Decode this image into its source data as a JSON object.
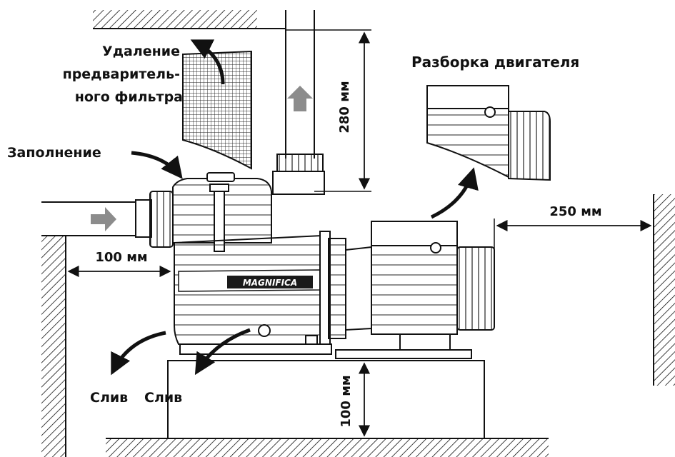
{
  "brand": "MAGNIFICA",
  "labels": {
    "prefilter_line1": "Удаление",
    "prefilter_line2": "предваритель-",
    "prefilter_line3": "ного фильтра",
    "filling": "Заполнение",
    "motor_disassembly": "Разборка двигателя",
    "drain_1": "Слив",
    "drain_2": "Слив"
  },
  "dimensions": {
    "top_clearance": "280 мм",
    "inlet_length": "100 мм",
    "motor_clearance": "250 мм",
    "base_height": "100 мм"
  },
  "colors": {
    "line": "#111111",
    "flow_arrow": "#8c8c8c",
    "brand_band": "#1a1a1a"
  }
}
